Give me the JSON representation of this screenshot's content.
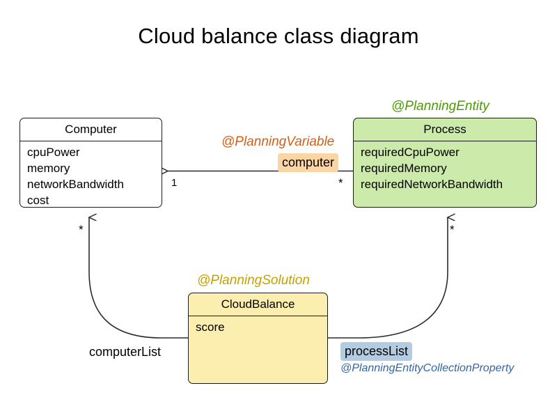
{
  "diagram": {
    "title": "Cloud balance class diagram",
    "type": "uml-class-diagram",
    "background": "#ffffff"
  },
  "classes": {
    "computer": {
      "name": "Computer",
      "fill": "#ffffff",
      "attributes": [
        "cpuPower",
        "memory",
        "networkBandwidth",
        "cost"
      ]
    },
    "process": {
      "name": "Process",
      "fill": "#ccebab",
      "annotation": "@PlanningEntity",
      "annotation_color": "#4e9a06",
      "attributes": [
        "requiredCpuPower",
        "requiredMemory",
        "requiredNetworkBandwidth"
      ]
    },
    "cloudbalance": {
      "name": "CloudBalance",
      "fill": "#fbeeae",
      "annotation": "@PlanningSolution",
      "annotation_color": "#c4a000",
      "attributes": [
        "score"
      ]
    }
  },
  "relations": {
    "process_to_computer": {
      "annotation": "@PlanningVariable",
      "annotation_color": "#d35f16",
      "role_label": "computer",
      "role_highlight": "#fbd5a4",
      "source_multiplicity": "*",
      "target_multiplicity": "1"
    },
    "cloudbalance_to_computer": {
      "role_label": "computerList",
      "target_multiplicity": "*"
    },
    "cloudbalance_to_process": {
      "role_label": "processList",
      "role_highlight": "#b4cce2",
      "annotation": "@PlanningEntityCollectionProperty",
      "annotation_color": "#3465a4",
      "target_multiplicity": "*"
    }
  },
  "icons": {
    "arrow_open": "arrow-open-icon"
  }
}
